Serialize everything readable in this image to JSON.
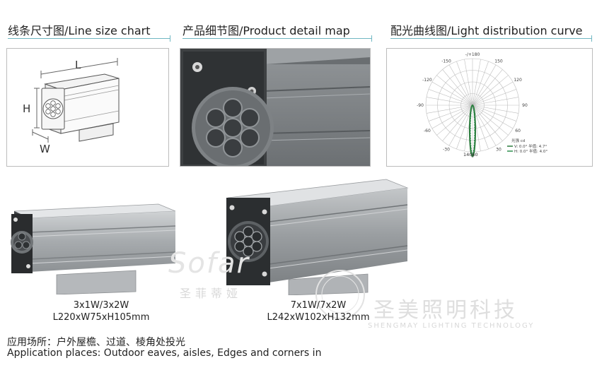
{
  "headers": {
    "line_size": "线条尺寸图/Line size chart",
    "product_detail": "产品细节图/Product detail map",
    "light_curve": "配光曲线图/Light distribution curve"
  },
  "line_chart": {
    "label_l": "L",
    "label_h": "H",
    "label_w": "W"
  },
  "polar": {
    "angles": [
      "-/+180",
      "150",
      "-150",
      "120",
      "-120",
      "90",
      "-90",
      "60",
      "-60",
      "30",
      "-30",
      "0"
    ],
    "radial_value": "14060",
    "legend_title": "光强  cd",
    "legend_v": "V: 0.0°  半值: 4.7°",
    "legend_h": "H: 0.0°  半值: 4.0°",
    "color_v": "#2a7a3a",
    "color_h": "#2e8f4f"
  },
  "products": [
    {
      "model": "3x1W/3x2W",
      "size": "L220xW75xH105mm"
    },
    {
      "model": "7x1W/7x2W",
      "size": "L242xW102xH132mm"
    }
  ],
  "application": {
    "cn": "应用场所：户外屋檐、过道、棱角处投光",
    "en": "Application places: Outdoor eaves, aisles, Edges and corners in"
  },
  "watermarks": {
    "logo": "Sofar",
    "cn_brand": "圣菲蒂娅",
    "cn_company": "圣美照明科技",
    "en_company": "SHENGMAY LIGHTING TECHNOLOGY"
  }
}
